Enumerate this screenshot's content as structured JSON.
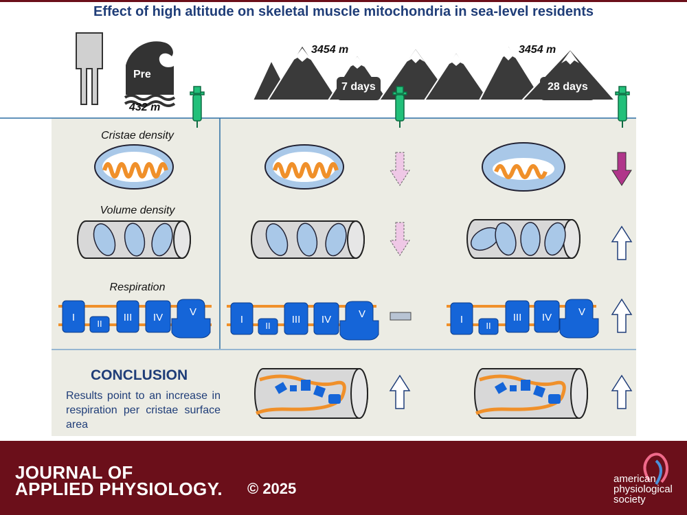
{
  "title": "Effect of high altitude on skeletal muscle mitochondria in sea-level residents",
  "header": {
    "pre_label": "Pre",
    "pre_altitude": "432 m",
    "altitude_1": "3454 m",
    "duration_1": "7 days",
    "altitude_2": "3454 m",
    "duration_2": "28 days"
  },
  "rows": {
    "cristae_label": "Cristae density",
    "volume_label": "Volume density",
    "respiration_label": "Respiration"
  },
  "complexes": [
    "I",
    "II",
    "III",
    "IV",
    "V"
  ],
  "conclusion": {
    "title": "CONCLUSION",
    "text": "Results point to an increase in respiration per cristae surface area"
  },
  "footer": {
    "journal_line1": "JOURNAL OF",
    "journal_line2": "APPLIED PHYSIOLOGY.",
    "copyright": "© 2025",
    "society": "american physiological society"
  },
  "colors": {
    "title": "#1f3d78",
    "footer_bg": "#6b0f1a",
    "panel_bg": "#ecece4",
    "mito_outer": "#a9c8e8",
    "cristae": "#f0902a",
    "complex_blue": "#1565d8",
    "mountain": "#3a3a3a",
    "syringe": "#22c07a",
    "arrow_light": "#efc8e6",
    "arrow_dark": "#b0368a"
  }
}
